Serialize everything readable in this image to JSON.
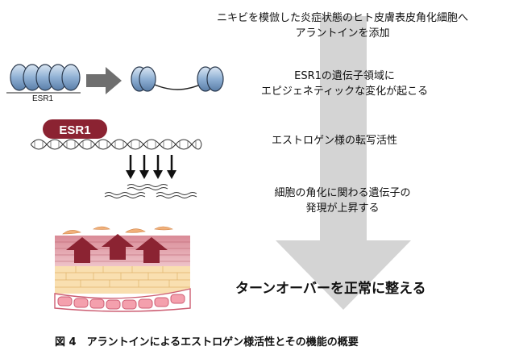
{
  "steps": {
    "step1_line1": "ニキビを模倣した炎症状態のヒト皮膚表皮角化細胞へ",
    "step1_line2": "アラントインを添加",
    "step2_line1": "ESR1の遺伝子領域に",
    "step2_line2": "エピジェネティックな変化が起こる",
    "step3": "エストロゲン様の転写活性",
    "step4_line1": "細胞の角化に関わる遺伝子の",
    "step4_line2": "発現が上昇する",
    "result": "ターンオーバーを正常に整える"
  },
  "labels": {
    "esr1_gene": "ESR1",
    "esr1_protein": "ESR1"
  },
  "caption": "図 4　アラントインによるエストロゲン様活性とその機能の概要",
  "colors": {
    "big_arrow": "#d4d4d4",
    "nucleosome": "#8fb0d4",
    "esr1_badge": "#8b2332",
    "grey_arrow": "#6f6f6f",
    "skin_upper": "#e9b8c0",
    "skin_lower": "#f7dcaa",
    "skin_cells": "#f4a0ad",
    "red_arrow": "#8b2332"
  }
}
